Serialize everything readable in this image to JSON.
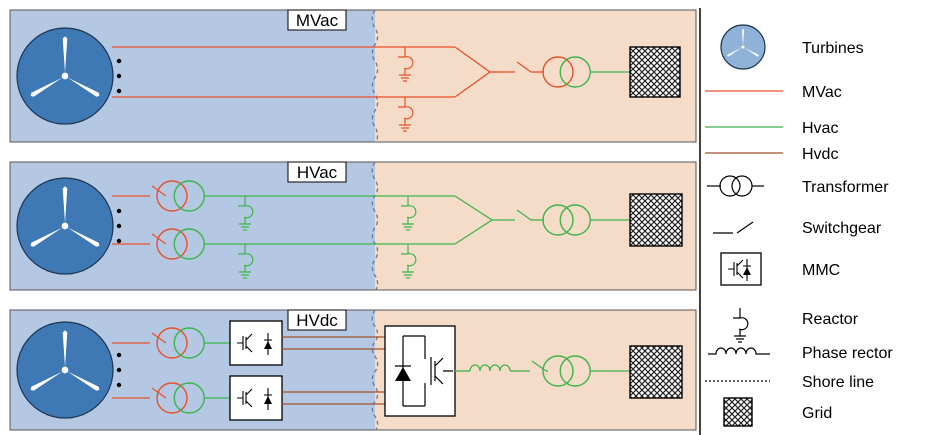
{
  "colors": {
    "sea": "#b4c8e4",
    "land": "#f5dcc8",
    "mvac": "#e8502a",
    "hvac": "#3cb44a",
    "hvdc": "#a0522d",
    "turbine_disc": "#3f79b5",
    "turbine_legend": "#8fb2d9",
    "shore": "#777777"
  },
  "panels": [
    {
      "title": "MVac"
    },
    {
      "title": "HVac"
    },
    {
      "title": "HVdc"
    }
  ],
  "legend": {
    "items": [
      {
        "icon": "turbine-icon",
        "label": "Turbines"
      },
      {
        "icon": "mvac-line-icon",
        "label": "MVac"
      },
      {
        "icon": "hvac-line-icon",
        "label": "Hvac"
      },
      {
        "icon": "hvdc-line-icon",
        "label": "Hvdc"
      },
      {
        "icon": "transformer-icon",
        "label": "Transformer"
      },
      {
        "icon": "switchgear-icon",
        "label": "Switchgear"
      },
      {
        "icon": "mmc-icon",
        "label": "MMC"
      },
      {
        "icon": "reactor-icon",
        "label": "Reactor"
      },
      {
        "icon": "phase-reactor-icon",
        "label": "Phase rector"
      },
      {
        "icon": "shore-line-icon",
        "label": "Shore line"
      },
      {
        "icon": "grid-icon",
        "label": "Grid"
      }
    ]
  }
}
